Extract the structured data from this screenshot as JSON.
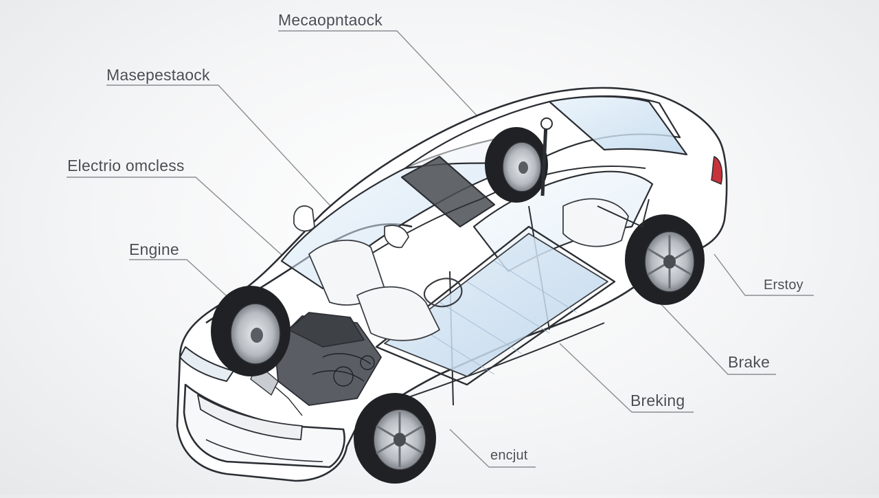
{
  "labels": {
    "top": "Mecaopntaock",
    "upper_left": "Masepestaock",
    "electric": "Electrio omcless",
    "engine": "Engine",
    "right_upper": "Erstoy",
    "brake": "Brake",
    "braking": "Breking",
    "bottom": "encjut"
  },
  "colors": {
    "background": "#f2f3f4",
    "outline": "#2b2e33",
    "leader_line": "#8a8d92",
    "glass": "#d5e6f3",
    "battery": "#c7dcee",
    "tire": "#1f2124",
    "label_text": "#4a4d52",
    "tail_light": "#c8323a"
  }
}
